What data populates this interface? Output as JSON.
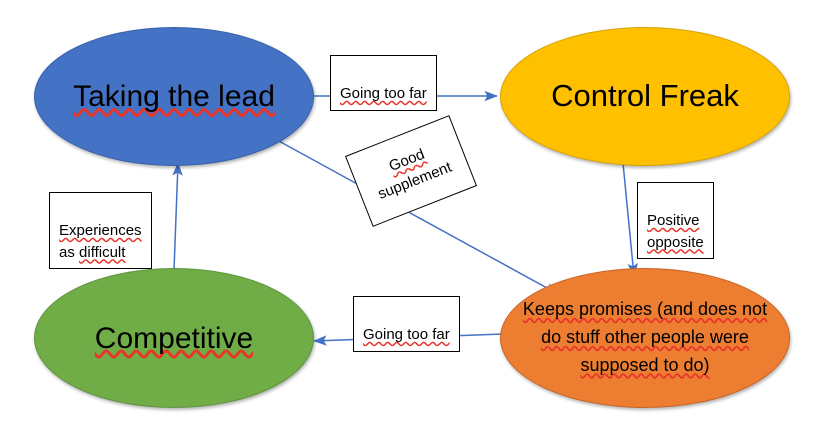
{
  "diagram": {
    "title": "Taking the lead / Control Freak behaviour map",
    "background": "#ffffff",
    "arrow_color": "#4472C4",
    "nodes": [
      {
        "id": "taking-the-lead",
        "label": "Taking the lead",
        "fill": "#4472C4",
        "text_color": "#000000",
        "spellcheck_underline": true
      },
      {
        "id": "control-freak",
        "label": "Control Freak",
        "fill": "#FFC000",
        "text_color": "#000000",
        "spellcheck_underline": false
      },
      {
        "id": "competitive",
        "label": "Competitive",
        "fill": "#70AD47",
        "text_color": "#000000",
        "spellcheck_underline": true
      },
      {
        "id": "keeps-promises",
        "label": "Keeps promises (and does not\ndo stuff other people were\nsupposed to do)",
        "line1": "Keeps promises (and does not",
        "line2": "do stuff other people were",
        "line3": "supposed to do)",
        "fill": "#ED7D31",
        "text_color": "#000000",
        "spellcheck_underline": true
      }
    ],
    "edges": [
      {
        "id": "taking-the-lead-to-control-freak",
        "from": "taking-the-lead",
        "to": "control-freak",
        "label": "Going too far"
      },
      {
        "id": "taking-the-lead-to-keeps-promises",
        "from": "taking-the-lead",
        "to": "keeps-promises",
        "label": "Good supplement",
        "label_line1": "Good",
        "label_line2": "supplement",
        "label_rotation_deg": -21.5
      },
      {
        "id": "control-freak-to-keeps-promises",
        "from": "control-freak",
        "to": "keeps-promises",
        "label": "Positive opposite",
        "label_line1": "Positive",
        "label_line2": "opposite"
      },
      {
        "id": "keeps-promises-to-competitive",
        "from": "keeps-promises",
        "to": "competitive",
        "label": "Going too far"
      },
      {
        "id": "competitive-to-taking-the-lead",
        "from": "competitive",
        "to": "taking-the-lead",
        "label": "Experiences as difficult",
        "label_line1": "Experiences",
        "label_line2": "as difficult"
      }
    ]
  }
}
